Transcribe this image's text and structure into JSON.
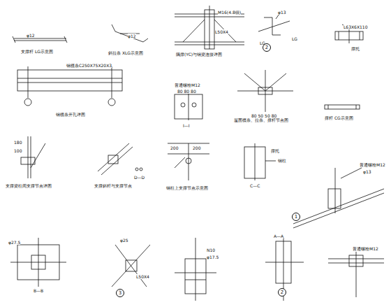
{
  "diagram": {
    "nodes": [
      {
        "text": [
          "2"
        ]
      },
      {
        "text": [
          "1"
        ]
      },
      {
        "text": [
          "3"
        ]
      },
      {
        "text": [
          "2"
        ]
      }
    ],
    "labels": [
      "φ12",
      "支撑杆 LG示意图",
      "φ12",
      "斜拉条 XLG示意图",
      "M16(4.8级)",
      "L50X4",
      "隅撑(YC)与钢梁连接详图",
      "φ13",
      "LG",
      "LG",
      "L63X6X110",
      "撑托",
      "钢檩条C250X75X20X3",
      "钢檩条开孔详图",
      "普通螺栓M12",
      "80 80 80",
      "I—I",
      "屋面檩条、拉条、撑杆节点图",
      "80 50 50 80",
      "撑杆 CG示意图",
      "180",
      "100",
      "支撑梁柱间支撑节点详图",
      "支撑斜杆与支撑节点",
      "D—D",
      "200",
      "200",
      "钢柱上支撑节点示意图",
      "C—C",
      "钢柱",
      "撑托",
      "普通螺栓M12",
      "φ13",
      "φ27.5",
      "B—B",
      "φ25",
      "L50X4",
      "N10",
      "φ17.5",
      "A—A",
      "普通螺栓M12"
    ]
  }
}
